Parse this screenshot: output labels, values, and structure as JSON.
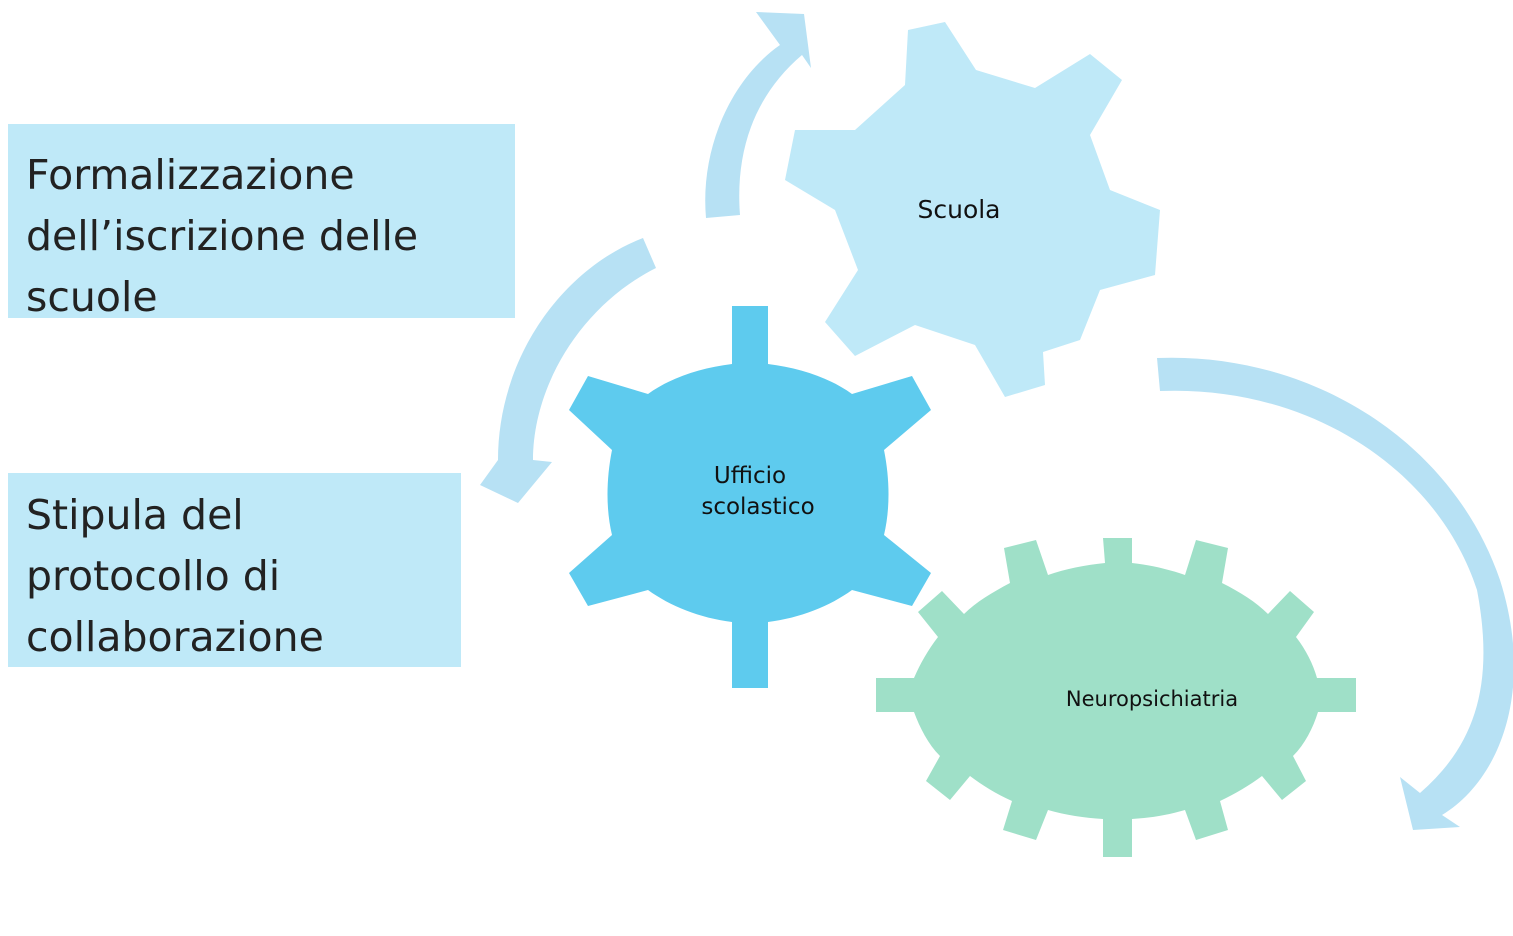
{
  "text_boxes": [
    {
      "id": "formalizzazione",
      "lines": [
        "Formalizzazione",
        "dell’iscrizione delle",
        "scuole"
      ]
    },
    {
      "id": "stipula",
      "lines": [
        "Stipula del",
        "protocollo di",
        "collaborazione"
      ]
    }
  ],
  "gears": {
    "scuola": {
      "label": "Scuola",
      "color": "#bfe9f8"
    },
    "ufficio": {
      "label_lines": [
        "Ufficio",
        "scolastico"
      ],
      "color": "#5ecbee"
    },
    "neuro": {
      "label": "Neuropsichiatria",
      "color": "#9fe0c8"
    }
  },
  "arrows": {
    "color": "#b7e1f4"
  }
}
